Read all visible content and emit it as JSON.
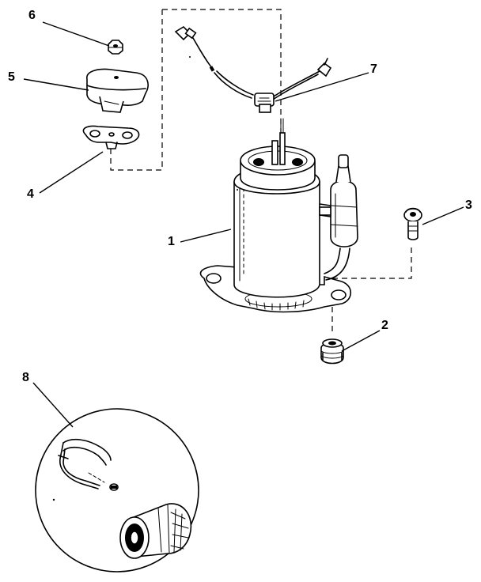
{
  "callouts": {
    "c1": "1",
    "c2": "2",
    "c3": "3",
    "c4": "4",
    "c5": "5",
    "c6": "6",
    "c7": "7",
    "c8": "8"
  },
  "colors": {
    "ink": "#000000",
    "paper": "#ffffff"
  },
  "icons": {
    "compressor": "compressor-icon",
    "grommet": "grommet-icon",
    "bolt": "bolt-icon",
    "bracket": "bracket-icon",
    "cover": "terminal-cover-icon",
    "nut": "nut-icon",
    "harness": "wire-harness-icon",
    "clip": "clip-icon",
    "strainer": "strainer-icon"
  }
}
